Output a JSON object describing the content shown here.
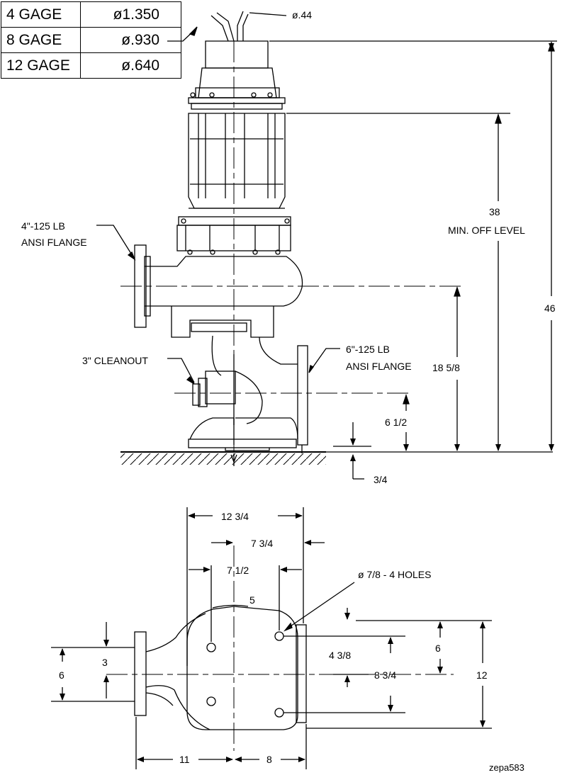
{
  "cable_table": {
    "rows": [
      {
        "gage": "4 GAGE",
        "diameter": "ø1.350"
      },
      {
        "gage": "8 GAGE",
        "diameter": "ø.930"
      },
      {
        "gage": "12 GAGE",
        "diameter": "ø.640"
      }
    ]
  },
  "elevation": {
    "cable_dia": "ø.44",
    "discharge_flange": [
      "4\"-125 LB",
      "ANSI FLANGE"
    ],
    "cleanout": "3\" CLEANOUT",
    "inlet_flange": [
      "6\"-125 LB",
      "ANSI FLANGE"
    ],
    "dim_overall": "46",
    "dim_min_off": [
      "38",
      "MIN. OFF LEVEL"
    ],
    "dim_discharge": "18 5/8",
    "dim_inlet": "6 1/2",
    "dim_base": "3/4"
  },
  "plan": {
    "dim_12_3_4": "12 3/4",
    "dim_7_3_4": "7 3/4",
    "dim_7_1_2": "7 1/2",
    "dim_5": "5",
    "holes": "ø 7/8 - 4 HOLES",
    "dim_3": "3",
    "dim_6_left": "6",
    "dim_4_3_8": "4 3/8",
    "dim_6_right": "6",
    "dim_8_3_4": "8 3/4",
    "dim_12": "12",
    "dim_11": "11",
    "dim_8": "8"
  },
  "drawing_id": "zepa583"
}
